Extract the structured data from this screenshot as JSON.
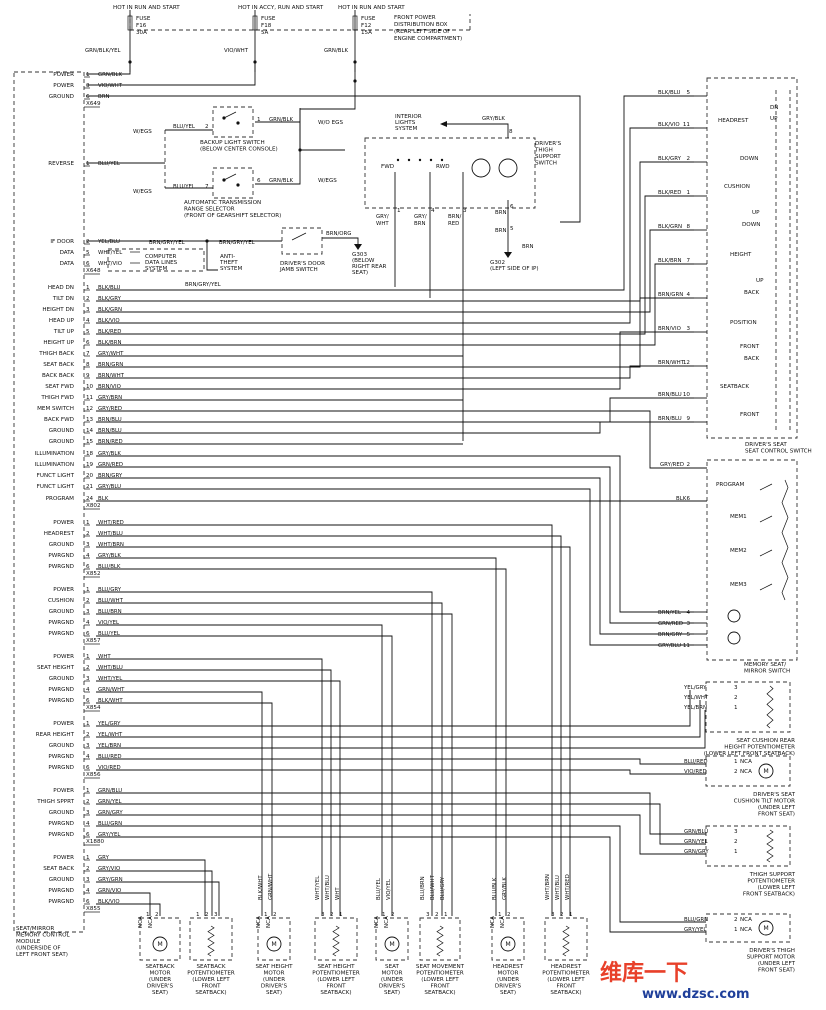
{
  "fuses": [
    {
      "top": "HOT IN RUN AND START",
      "name": "FUSE",
      "num": "F16",
      "amp": "30A",
      "wire": "GRN/BLK/YEL"
    },
    {
      "top": "HOT IN ACCY, RUN AND START",
      "name": "FUSE",
      "num": "F18",
      "amp": "5A",
      "wire": "VIO/WHT"
    },
    {
      "top": "HOT IN RUN AND START",
      "name": "FUSE",
      "num": "F12",
      "amp": "15A",
      "wire": "GRN/BLK"
    }
  ],
  "fuse_box": [
    "FRONT POWER",
    "DISTRIBUTION BOX",
    "(REAR LEFT SIDE OF",
    "ENGINE COMPARTMENT)"
  ],
  "connectors": [
    {
      "id": "X649",
      "pins": [
        {
          "pin": "1",
          "label": "POWER",
          "wire": "GRN/BLK"
        },
        {
          "pin": "3",
          "label": "POWER",
          "wire": "VIO/WHT"
        },
        {
          "pin": "6",
          "label": "GROUND",
          "wire": "BRN"
        }
      ]
    },
    {
      "id": "",
      "pins": [
        {
          "pin": "1",
          "label": "REVERSE",
          "wire": "BLU/YEL"
        }
      ]
    },
    {
      "id": "X648",
      "pins": [
        {
          "pin": "2",
          "label": "IF DOOR",
          "wire": "YEL/BLU"
        },
        {
          "pin": "5",
          "label": "DATA",
          "wire": "WHT/YEL"
        },
        {
          "pin": "6",
          "label": "DATA",
          "wire": "WHT/VIO"
        }
      ]
    },
    {
      "id": "X802",
      "pins": [
        {
          "pin": "1",
          "label": "HEAD DN",
          "wire": "BLK/BLU"
        },
        {
          "pin": "2",
          "label": "TILT DN",
          "wire": "BLK/GRY"
        },
        {
          "pin": "3",
          "label": "HEIGHT DN",
          "wire": "BLK/GRN"
        },
        {
          "pin": "4",
          "label": "HEAD UP",
          "wire": "BLK/VIO"
        },
        {
          "pin": "5",
          "label": "TILT UP",
          "wire": "BLK/RED"
        },
        {
          "pin": "6",
          "label": "HEIGHT UP",
          "wire": "BLK/BRN"
        },
        {
          "pin": "7",
          "label": "THIGH BACK",
          "wire": "GRY/WHT"
        },
        {
          "pin": "8",
          "label": "SEAT BACK",
          "wire": "BRN/GRN"
        },
        {
          "pin": "9",
          "label": "BACK BACK",
          "wire": "BRN/WHT"
        },
        {
          "pin": "10",
          "label": "SEAT FWD",
          "wire": "BRN/VIO"
        },
        {
          "pin": "11",
          "label": "THIGH FWD",
          "wire": "GRY/BRN"
        },
        {
          "pin": "12",
          "label": "MEM SWITCH",
          "wire": "GRY/RED"
        },
        {
          "pin": "13",
          "label": "BACK FWD",
          "wire": "BRN/BLU"
        },
        {
          "pin": "14",
          "label": "GROUND",
          "wire": "BRN/BLU"
        },
        {
          "pin": "15",
          "label": "GROUND",
          "wire": "BRN/RED"
        },
        {
          "pin": "18",
          "label": "ILLUMINATION",
          "wire": "GRY/BLK"
        },
        {
          "pin": "19",
          "label": "ILLUMINATION",
          "wire": "GRN/RED"
        },
        {
          "pin": "20",
          "label": "FUNCT LIGHT",
          "wire": "BRN/GRY"
        },
        {
          "pin": "21",
          "label": "FUNCT LIGHT",
          "wire": "GRY/BLU"
        },
        {
          "pin": "24",
          "label": "PROGRAM",
          "wire": "BLK"
        }
      ]
    },
    {
      "id": "X852",
      "pins": [
        {
          "pin": "1",
          "label": "POWER",
          "wire": "WHT/RED"
        },
        {
          "pin": "2",
          "label": "HEADREST",
          "wire": "WHT/BLU"
        },
        {
          "pin": "3",
          "label": "GROUND",
          "wire": "WHT/BRN"
        },
        {
          "pin": "4",
          "label": "PWRGND",
          "wire": "GRY/BLK"
        },
        {
          "pin": "6",
          "label": "PWRGND",
          "wire": "BLU/BLK"
        }
      ]
    },
    {
      "id": "X857",
      "pins": [
        {
          "pin": "1",
          "label": "POWER",
          "wire": "BLU/GRY"
        },
        {
          "pin": "2",
          "label": "CUSHION",
          "wire": "BLU/WHT"
        },
        {
          "pin": "3",
          "label": "GROUND",
          "wire": "BLU/BRN"
        },
        {
          "pin": "4",
          "label": "PWRGND",
          "wire": "VIO/YEL"
        },
        {
          "pin": "6",
          "label": "PWRGND",
          "wire": "BLU/YEL"
        }
      ]
    },
    {
      "id": "X854",
      "pins": [
        {
          "pin": "1",
          "label": "POWER",
          "wire": "WHT"
        },
        {
          "pin": "2",
          "label": "SEAT HEIGHT",
          "wire": "WHT/BLU"
        },
        {
          "pin": "3",
          "label": "GROUND",
          "wire": "WHT/YEL"
        },
        {
          "pin": "4",
          "label": "PWRGND",
          "wire": "GRN/WHT"
        },
        {
          "pin": "6",
          "label": "PWRGND",
          "wire": "BLK/WHT"
        }
      ]
    },
    {
      "id": "X856",
      "pins": [
        {
          "pin": "1",
          "label": "POWER",
          "wire": "YEL/GRY"
        },
        {
          "pin": "2",
          "label": "REAR HEIGHT",
          "wire": "YEL/WHT"
        },
        {
          "pin": "3",
          "label": "GROUND",
          "wire": "YEL/BRN"
        },
        {
          "pin": "4",
          "label": "PWRGND",
          "wire": "BLU/RED"
        },
        {
          "pin": "6",
          "label": "PWRGND",
          "wire": "VIO/RED"
        }
      ]
    },
    {
      "id": "X1880",
      "pins": [
        {
          "pin": "1",
          "label": "POWER",
          "wire": "GRN/BLU"
        },
        {
          "pin": "2",
          "label": "THIGH SPPRT",
          "wire": "GRN/YEL"
        },
        {
          "pin": "3",
          "label": "GROUND",
          "wire": "GRN/GRY"
        },
        {
          "pin": "4",
          "label": "PWRGND",
          "wire": "BLU/GRN"
        },
        {
          "pin": "6",
          "label": "PWRGND",
          "wire": "GRY/YEL"
        }
      ]
    },
    {
      "id": "X855",
      "pins": [
        {
          "pin": "1",
          "label": "POWER",
          "wire": "GRY"
        },
        {
          "pin": "2",
          "label": "SEAT BACK",
          "wire": "GRY/VIO"
        },
        {
          "pin": "3",
          "label": "GROUND",
          "wire": "GRY/GRN"
        },
        {
          "pin": "4",
          "label": "PWRGND",
          "wire": "GRN/VIO"
        },
        {
          "pin": "6",
          "label": "PWRGND",
          "wire": "BLK/VIO"
        }
      ]
    }
  ],
  "module": [
    "SEAT/MIRROR",
    "MEMORY CONTROL",
    "MODULE",
    "(UNDERSIDE OF",
    "LEFT FRONT SEAT)"
  ],
  "backup_switch": {
    "labels": [
      "BACKUP LIGHT SWITCH",
      "(BELOW CENTER CONSOLE)"
    ],
    "w_egs": "W/EGS",
    "wo_egs": "W/O EGS",
    "wire1": "BLU/YEL",
    "wire2": "GRN/BLK",
    "pin_a": "2",
    "pin_b": "1"
  },
  "atrs": {
    "labels": [
      "AUTOMATIC TRANSMISSION",
      "RANGE SELECTOR",
      "(FRONT OF GEARSHIFT SELECTOR)"
    ],
    "w_egs": "W/EGS",
    "wire1": "BLU/YEL",
    "wire2": "GRN/BLK",
    "pin_a": "7",
    "pin_b": "6"
  },
  "cdls": {
    "labels": [
      "COMPUTER",
      "DATA LINES",
      "SYSTEM"
    ],
    "anti": [
      "ANTI-",
      "THEFT",
      "SYSTEM"
    ],
    "w1": "BRN/GRY/YEL",
    "w2": "BRN/GRY/YEL",
    "w3": "BRN/GRY/YEL"
  },
  "door_jamb": {
    "labels": [
      "DRIVER'S DOOR",
      "JAMB SWITCH"
    ],
    "wire": "BRN/ORG",
    "ground": [
      "G303",
      "(BELOW",
      "RIGHT REAR",
      "SEAT)"
    ]
  },
  "interior_lights": {
    "labels": [
      "INTERIOR",
      "LIGHTS",
      "SYSTEM"
    ],
    "wire": "GRY/BLK",
    "pin": "8"
  },
  "thigh_switch": {
    "labels": [
      "DRIVER'S",
      "THIGH",
      "SUPPORT",
      "SWITCH"
    ],
    "fwd": "FWD",
    "rwd": "RWD",
    "wires": [
      "GRY/WHT",
      "GRY/BRN",
      "BRN/RED"
    ],
    "pins": [
      "1",
      "4",
      "3",
      "6",
      "5"
    ],
    "brn": "BRN",
    "ground": [
      "G302",
      "(LEFT SIDE OF IP)"
    ]
  },
  "seat_switch": {
    "title": [
      "DRIVER'S SEAT",
      "SEAT CONTROL SWITCH"
    ],
    "inputs": [
      {
        "wire": "BLK/BLU",
        "pin": "5"
      },
      {
        "wire": "BLK/VIO",
        "pin": "11"
      },
      {
        "wire": "BLK/GRY",
        "pin": "2"
      },
      {
        "wire": "BLK/RED",
        "pin": "1"
      },
      {
        "wire": "BLK/GRN",
        "pin": "8"
      },
      {
        "wire": "BLK/BRN",
        "pin": "7"
      },
      {
        "wire": "BRN/GRN",
        "pin": "4"
      },
      {
        "wire": "BRN/VIO",
        "pin": "3"
      },
      {
        "wire": "BRN/WHT",
        "pin": "12"
      },
      {
        "wire": "BRN/BLU",
        "pin": "10"
      },
      {
        "wire": "BRN/BLU",
        "pin": "9"
      }
    ],
    "labels": [
      "DN",
      "UP",
      "HEADREST",
      "DOWN",
      "CUSHION",
      "UP",
      "DOWN",
      "HEIGHT",
      "UP",
      "BACK",
      "POSITION",
      "FRONT",
      "BACK",
      "SEATBACK",
      "FRONT"
    ]
  },
  "memory_switch": {
    "title": [
      "MEMORY SEAT/",
      "MIRROR SWITCH"
    ],
    "labels": [
      "PROGRAM",
      "MEM1",
      "MEM2",
      "MEM3"
    ],
    "top": [
      {
        "wire": "GRY/RED",
        "pin": "2"
      },
      {
        "wire": "BLK",
        "pin": "6"
      }
    ],
    "bottom": [
      {
        "wire": "BRN/YEL",
        "pin": "4"
      },
      {
        "wire": "GRN/RED",
        "pin": "3"
      },
      {
        "wire": "BRN/GRY",
        "pin": "5"
      },
      {
        "wire": "GRY/BLU",
        "pin": "11"
      }
    ]
  },
  "right_components": [
    {
      "title": [
        "SEAT CUSHION REAR",
        "HEIGHT POTENTIOMETER",
        "(LOWER LEFT FRONT SEATBACK)"
      ],
      "wires": [
        {
          "w": "YEL/GRY",
          "p": "3"
        },
        {
          "w": "YEL/WHT",
          "p": "2"
        },
        {
          "w": "YEL/BRN",
          "p": "1"
        }
      ]
    },
    {
      "title": [
        "DRIVER'S SEAT",
        "CUSHION TILT MOTOR",
        "(UNDER LEFT",
        "FRONT SEAT)"
      ],
      "wires": [
        {
          "w": "BLU/RED",
          "p": "1"
        },
        {
          "w": "VIO/RED",
          "p": "2"
        }
      ],
      "nca": "NCA"
    },
    {
      "title": [
        "THIGH SUPPORT",
        "POTENTIOMETER",
        "(LOWER LEFT",
        "FRONT SEATBACK)"
      ],
      "wires": [
        {
          "w": "GRN/BLU",
          "p": "3"
        },
        {
          "w": "GRN/YEL",
          "p": "2"
        },
        {
          "w": "GRN/GRY",
          "p": "1"
        }
      ]
    },
    {
      "title": [
        "DRIVER'S THIGH",
        "SUPPORT MOTOR",
        "(UNDER LEFT",
        "FRONT SEAT)"
      ],
      "wires": [
        {
          "w": "BLU/GRN",
          "p": "2"
        },
        {
          "w": "GRY/YEL",
          "p": "1"
        }
      ],
      "nca": "NCA"
    }
  ],
  "bottom_components": [
    {
      "title": [
        "SEATBACK",
        "MOTOR",
        "(UNDER",
        "DRIVER'S",
        "SEAT)"
      ],
      "nca": "NCA",
      "pins": [
        "1",
        "2"
      ]
    },
    {
      "title": [
        "SEATBACK",
        "POTENTIOMETER",
        "(LOWER LEFT",
        "FRONT",
        "SEATBACK)"
      ],
      "pins": [
        "1",
        "2",
        "3"
      ]
    },
    {
      "title": [
        "SEAT HEIGHT",
        "MOTOR",
        "(UNDER",
        "DRIVER'S",
        "SEAT)"
      ],
      "nca": "NCA",
      "pins": [
        "1",
        "2"
      ],
      "wires": [
        "BLK/WHT",
        "GRN/WHT"
      ]
    },
    {
      "title": [
        "SEAT HEIGHT",
        "POTENTIOMETER",
        "(LOWER LEFT",
        "FRONT",
        "SEATBACK)"
      ],
      "pins": [
        "3",
        "2",
        "1"
      ],
      "wires": [
        "WHT/YEL",
        "WHT/BLU",
        "WHT"
      ]
    },
    {
      "title": [
        "SEAT",
        "MOTOR",
        "(UNDER",
        "DRIVER'S",
        "SEAT)"
      ],
      "nca": "NCA",
      "pins": [
        "1",
        "2"
      ],
      "wires": [
        "BLU/YEL",
        "VIO/YEL"
      ]
    },
    {
      "title": [
        "SEAT MOVEMENT",
        "POTENTIOMETER",
        "(LOWER LEFT",
        "FRONT",
        "SEATBACK)"
      ],
      "pins": [
        "3",
        "2",
        "1"
      ],
      "wires": [
        "BLU/BRN",
        "BLU/WHT",
        "BLU/GRY"
      ]
    },
    {
      "title": [
        "HEADREST",
        "MOTOR",
        "(UNDER",
        "DRIVER'S",
        "SEAT)"
      ],
      "nca": "NCA",
      "pins": [
        "1",
        "2"
      ],
      "wires": [
        "BLU/BLK",
        "GRY/BLK"
      ]
    },
    {
      "title": [
        "HEADREST",
        "POTENTIOMETER",
        "(LOWER LEFT",
        "FRONT",
        "SEATBACK)"
      ],
      "pins": [
        "3",
        "2",
        "1"
      ],
      "wires": [
        "WHT/BRN",
        "WHT/BLU",
        "WHT/RED"
      ]
    }
  ],
  "watermark": {
    "line1": "维库一下",
    "line2": "www.dzsc.com"
  }
}
